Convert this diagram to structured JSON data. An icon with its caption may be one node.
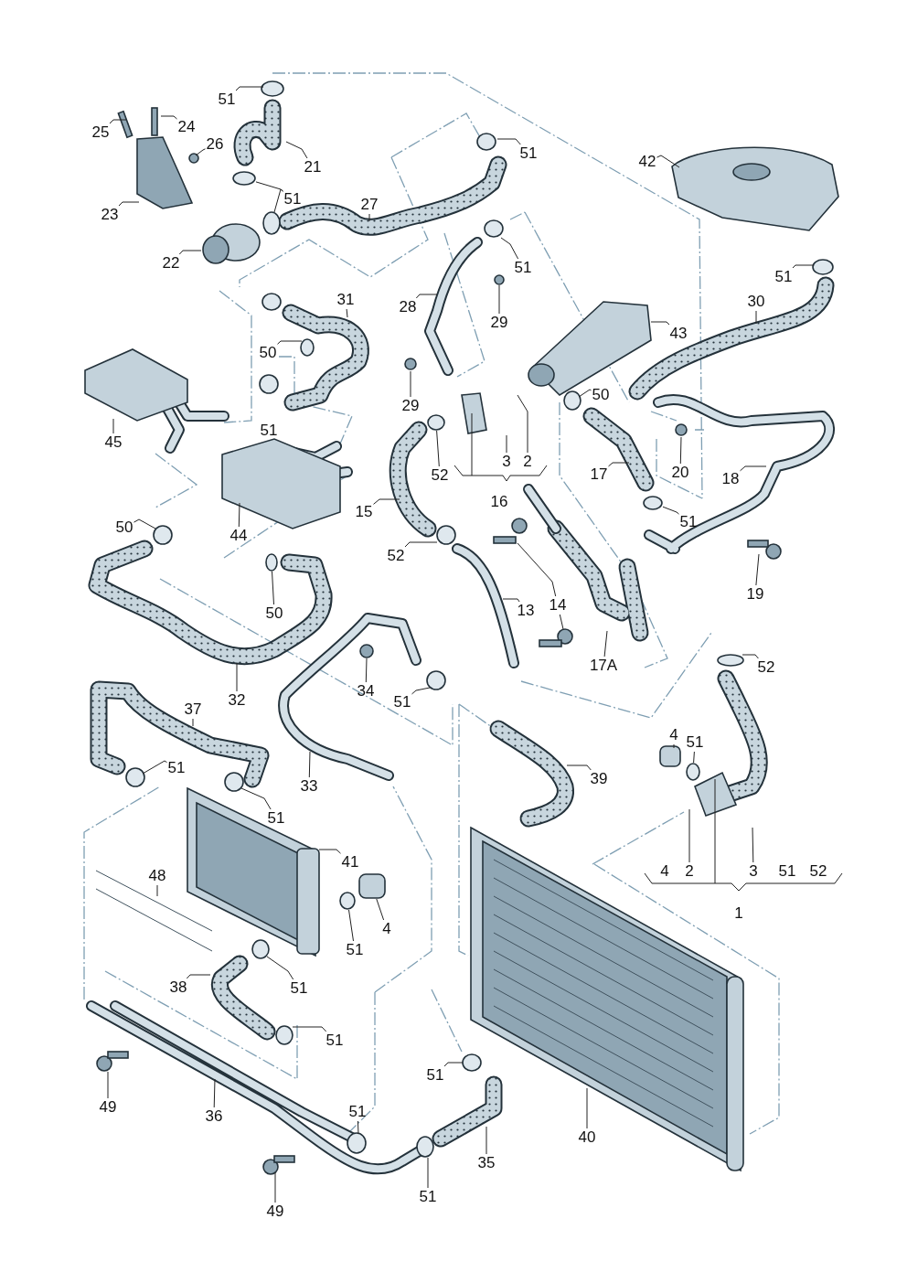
{
  "diagram": {
    "nodes": [
      {
        "text": [
          "51"
        ]
      },
      {
        "text": [
          "25"
        ]
      },
      {
        "text": [
          "24"
        ]
      },
      {
        "text": [
          "26"
        ]
      },
      {
        "text": [
          "21"
        ]
      },
      {
        "text": [
          "51"
        ]
      },
      {
        "text": [
          "23"
        ]
      },
      {
        "text": [
          "22"
        ]
      },
      {
        "text": [
          "27"
        ]
      },
      {
        "text": [
          "51"
        ]
      },
      {
        "text": [
          "42"
        ]
      },
      {
        "text": [
          "51"
        ]
      },
      {
        "text": [
          "28"
        ]
      },
      {
        "text": [
          "29"
        ]
      },
      {
        "text": [
          "31"
        ]
      },
      {
        "text": [
          "51"
        ]
      },
      {
        "text": [
          "30"
        ]
      },
      {
        "text": [
          "43"
        ]
      },
      {
        "text": [
          "50"
        ]
      },
      {
        "text": [
          "29"
        ]
      },
      {
        "text": [
          "50"
        ]
      },
      {
        "text": [
          "45"
        ]
      },
      {
        "text": [
          "51"
        ]
      },
      {
        "text": [
          "52"
        ]
      },
      {
        "text": [
          "3"
        ]
      },
      {
        "text": [
          "2"
        ]
      },
      {
        "text": [
          "17"
        ]
      },
      {
        "text": [
          "20"
        ]
      },
      {
        "text": [
          "18"
        ]
      },
      {
        "text": [
          "15"
        ]
      },
      {
        "text": [
          "16"
        ]
      },
      {
        "text": [
          "51"
        ]
      },
      {
        "text": [
          "44"
        ]
      },
      {
        "text": [
          "50"
        ]
      },
      {
        "text": [
          "52"
        ]
      },
      {
        "text": [
          "19"
        ]
      },
      {
        "text": [
          "13"
        ]
      },
      {
        "text": [
          "14"
        ]
      },
      {
        "text": [
          "50"
        ]
      },
      {
        "text": [
          "17A"
        ]
      },
      {
        "text": [
          "52"
        ]
      },
      {
        "text": [
          "32"
        ]
      },
      {
        "text": [
          "34"
        ]
      },
      {
        "text": [
          "51"
        ]
      },
      {
        "text": [
          "37"
        ]
      },
      {
        "text": [
          "51"
        ]
      },
      {
        "text": [
          "33"
        ]
      },
      {
        "text": [
          "39"
        ]
      },
      {
        "text": [
          "51"
        ]
      },
      {
        "text": [
          "4"
        ]
      },
      {
        "text": [
          "51"
        ]
      },
      {
        "text": [
          "41"
        ]
      },
      {
        "text": [
          "48"
        ]
      },
      {
        "text": [
          "4"
        ]
      },
      {
        "text": [
          "2"
        ]
      },
      {
        "text": [
          "3"
        ]
      },
      {
        "text": [
          "51"
        ]
      },
      {
        "text": [
          "52"
        ]
      },
      {
        "text": [
          "1"
        ]
      },
      {
        "text": [
          "4"
        ]
      },
      {
        "text": [
          "51"
        ]
      },
      {
        "text": [
          "38"
        ]
      },
      {
        "text": [
          "51"
        ]
      },
      {
        "text": [
          "51"
        ]
      },
      {
        "text": [
          "51"
        ]
      },
      {
        "text": [
          "49"
        ]
      },
      {
        "text": [
          "51"
        ]
      },
      {
        "text": [
          "36"
        ]
      },
      {
        "text": [
          "40"
        ]
      },
      {
        "text": [
          "35"
        ]
      },
      {
        "text": [
          "49"
        ]
      },
      {
        "text": [
          "51"
        ]
      },
      {
        "text": [],
        "shape": "circle"
      },
      {
        "text": [],
        "shape": "circle"
      },
      {
        "text": [],
        "shape": "circle"
      },
      {
        "text": [],
        "shape": "circle"
      },
      {
        "text": [],
        "shape": "circle"
      },
      {
        "text": [],
        "shape": "circle"
      },
      {
        "text": [],
        "shape": "box"
      },
      {
        "text": [],
        "shape": "circle"
      }
    ],
    "edges": [
      {
        "from": 0,
        "to": null,
        "arrow": "none"
      },
      {
        "from": 1,
        "to": null,
        "arrow": "none"
      },
      {
        "from": 2,
        "to": null,
        "arrow": "none"
      },
      {
        "from": 3,
        "to": null,
        "arrow": "none"
      },
      {
        "from": 4,
        "to": null,
        "arrow": "none"
      },
      {
        "from": 5,
        "to": 72,
        "arrow": "none"
      },
      {
        "from": 5,
        "to": null,
        "arrow": "none"
      },
      {
        "from": 6,
        "to": null,
        "arrow": "none"
      },
      {
        "from": 7,
        "to": null,
        "arrow": "none"
      },
      {
        "from": 8,
        "to": null,
        "arrow": "none"
      },
      {
        "from": 9,
        "to": null,
        "arrow": "none"
      },
      {
        "from": 10,
        "to": null,
        "arrow": "none"
      },
      {
        "from": 11,
        "to": null,
        "arrow": "none"
      },
      {
        "from": 12,
        "to": null,
        "arrow": "none"
      },
      {
        "from": 13,
        "to": 73,
        "arrow": "none"
      },
      {
        "from": 14,
        "to": null,
        "arrow": "none"
      },
      {
        "from": 15,
        "to": null,
        "arrow": "none"
      },
      {
        "from": 16,
        "to": null,
        "arrow": "none"
      },
      {
        "from": 17,
        "to": null,
        "arrow": "none"
      },
      {
        "from": 18,
        "to": null,
        "arrow": "none"
      },
      {
        "from": 19,
        "to": null,
        "arrow": "none"
      },
      {
        "from": 20,
        "to": null,
        "arrow": "none"
      },
      {
        "from": 21,
        "to": null,
        "arrow": "none"
      },
      {
        "from": 23,
        "to": 74,
        "arrow": "none"
      },
      {
        "from": 24,
        "to": null,
        "arrow": "none"
      },
      {
        "from": 25,
        "to": null,
        "arrow": "none"
      },
      {
        "from": 26,
        "to": null,
        "arrow": "none"
      },
      {
        "from": 27,
        "to": null,
        "arrow": "none"
      },
      {
        "from": 28,
        "to": null,
        "arrow": "none"
      },
      {
        "from": 29,
        "to": null,
        "arrow": "none"
      },
      {
        "from": 31,
        "to": 75,
        "arrow": "none"
      },
      {
        "from": 32,
        "to": null,
        "arrow": "none"
      },
      {
        "from": 33,
        "to": null,
        "arrow": "none"
      },
      {
        "from": 34,
        "to": null,
        "arrow": "none"
      },
      {
        "from": 35,
        "to": null,
        "arrow": "none"
      },
      {
        "from": 36,
        "to": null,
        "arrow": "none"
      },
      {
        "from": 37,
        "to": null,
        "arrow": "none"
      },
      {
        "from": 37,
        "to": null,
        "arrow": "none"
      },
      {
        "from": 38,
        "to": 76,
        "arrow": "none"
      },
      {
        "from": 39,
        "to": null,
        "arrow": "none"
      },
      {
        "from": 40,
        "to": null,
        "arrow": "none"
      },
      {
        "from": 41,
        "to": null,
        "arrow": "none"
      },
      {
        "from": 42,
        "to": null,
        "arrow": "none"
      },
      {
        "from": 43,
        "to": null,
        "arrow": "none"
      },
      {
        "from": 44,
        "to": null,
        "arrow": "none"
      },
      {
        "from": 45,
        "to": null,
        "arrow": "none"
      },
      {
        "from": 46,
        "to": null,
        "arrow": "none"
      },
      {
        "from": 47,
        "to": null,
        "arrow": "none"
      },
      {
        "from": 48,
        "to": null,
        "arrow": "none"
      },
      {
        "from": 49,
        "to": null,
        "arrow": "none"
      },
      {
        "from": 50,
        "to": 77,
        "arrow": "none"
      },
      {
        "from": 51,
        "to": null,
        "arrow": "none"
      },
      {
        "from": 52,
        "to": null,
        "arrow": "none"
      },
      {
        "from": 54,
        "to": null,
        "arrow": "none"
      },
      {
        "from": 55,
        "to": null,
        "arrow": "none"
      },
      {
        "from": 59,
        "to": 78,
        "arrow": "none"
      },
      {
        "from": 60,
        "to": 79,
        "arrow": "none"
      },
      {
        "from": 61,
        "to": null,
        "arrow": "none"
      },
      {
        "from": 62,
        "to": null,
        "arrow": "none"
      },
      {
        "from": 63,
        "to": null,
        "arrow": "none"
      },
      {
        "from": 64,
        "to": null,
        "arrow": "none"
      },
      {
        "from": 65,
        "to": null,
        "arrow": "none"
      },
      {
        "from": 66,
        "to": null,
        "arrow": "none"
      },
      {
        "from": 67,
        "to": null,
        "arrow": "none"
      },
      {
        "from": 68,
        "to": null,
        "arrow": "none"
      },
      {
        "from": 69,
        "to": null,
        "arrow": "none"
      },
      {
        "from": 70,
        "to": null,
        "arrow": "none"
      },
      {
        "from": 71,
        "to": null,
        "arrow": "none"
      }
    ]
  }
}
